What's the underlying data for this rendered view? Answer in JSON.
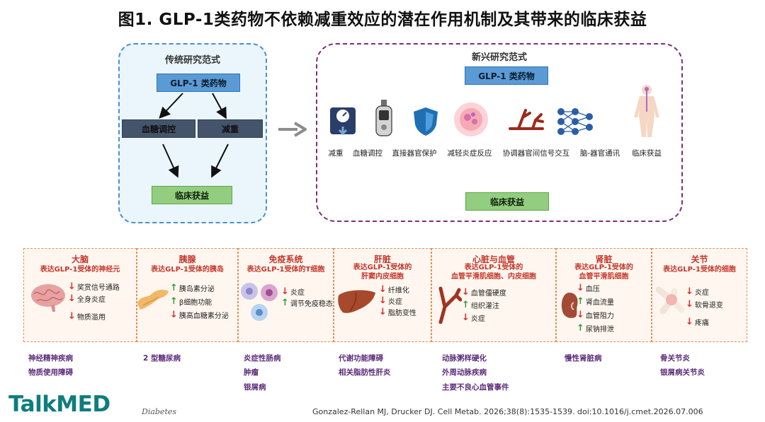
{
  "title": "图1. GLP-1类药物不依赖减重效应的潜在作用机制及其带来的临床获益",
  "traditional": {
    "heading": "传统研究范式",
    "drug": "GLP-1 类药物",
    "glucose": "血糖调控",
    "weight": "减重",
    "benefit": "临床获益"
  },
  "emerging": {
    "heading": "新兴研究范式",
    "drug": "GLP-1 类药物",
    "benefit": "临床获益",
    "mechanisms": [
      {
        "label": "减重",
        "icon": "scale-icon"
      },
      {
        "label": "血糖调控",
        "icon": "glucose-meter-icon"
      },
      {
        "label": "直接器官保护",
        "icon": "shield-icon"
      },
      {
        "label": "减轻炎症反应",
        "icon": "inflammation-icon"
      },
      {
        "label": "协调器官间信号交互",
        "icon": "vessel-icon"
      },
      {
        "label": "脑-器官通讯",
        "icon": "neural-network-icon"
      },
      {
        "label": "临床获益",
        "icon": "human-body-icon"
      }
    ]
  },
  "organs": [
    {
      "title": "大脑",
      "subtitle": [
        "表达GLP-1受体的神经元"
      ],
      "icon": "brain-icon",
      "effects": [
        {
          "dir": "down",
          "text": "奖赏信号通路"
        },
        {
          "dir": "down",
          "text": "全身炎症"
        },
        {
          "dir": "down",
          "text": "物质滥用"
        }
      ],
      "diseases": [
        "神经精神疾病",
        "物质使用障碍"
      ]
    },
    {
      "title": "胰腺",
      "subtitle": [
        "表达GLP-1受体的胰岛"
      ],
      "icon": "pancreas-icon",
      "effects": [
        {
          "dir": "up",
          "text": "胰岛素分泌"
        },
        {
          "dir": "up",
          "text": "β细胞功能"
        },
        {
          "dir": "down",
          "text": "胰高血糖素分泌"
        }
      ],
      "diseases": [
        "2 型糖尿病"
      ]
    },
    {
      "title": "免疫系统",
      "subtitle": [
        "表达GLP-1受体的T细胞"
      ],
      "icon": "immune-cells-icon",
      "effects": [
        {
          "dir": "down",
          "text": "炎症"
        },
        {
          "dir": "up",
          "text": "调节免疫稳态"
        }
      ],
      "diseases": [
        "炎症性肠病",
        "肿瘤",
        "银屑病"
      ]
    },
    {
      "title": "肝脏",
      "subtitle": [
        "表达GLP-1受体的",
        "肝窦内皮细胞"
      ],
      "icon": "liver-icon",
      "effects": [
        {
          "dir": "down",
          "text": "纤维化"
        },
        {
          "dir": "down",
          "text": "炎症"
        },
        {
          "dir": "down",
          "text": "脂肪变性"
        }
      ],
      "diseases": [
        "代谢功能障碍",
        "相关脂肪性肝炎"
      ]
    },
    {
      "title": "心脏与血管",
      "subtitle": [
        "表达GLP-1受体的",
        "血管平滑肌细胞、内皮细胞"
      ],
      "icon": "blood-vessel-icon",
      "effects": [
        {
          "dir": "down",
          "text": "血管僵硬度"
        },
        {
          "dir": "up",
          "text": "组织灌注"
        },
        {
          "dir": "down",
          "text": "炎症"
        }
      ],
      "diseases": [
        "动脉粥样硬化",
        "外周动脉疾病",
        "主要不良心血管事件"
      ]
    },
    {
      "title": "肾脏",
      "subtitle": [
        "表达GLP-1受体的",
        "血管平滑肌细胞"
      ],
      "icon": "kidney-icon",
      "effects": [
        {
          "dir": "down",
          "text": "血压"
        },
        {
          "dir": "up",
          "text": "肾血流量"
        },
        {
          "dir": "down",
          "text": "血管阻力"
        },
        {
          "dir": "up",
          "text": "尿钠排泄"
        }
      ],
      "diseases": [
        "慢性肾脏病"
      ]
    },
    {
      "title": "关节",
      "subtitle": [
        "表达GLP-1受体的细胞"
      ],
      "icon": "joint-icon",
      "effects": [
        {
          "dir": "down",
          "text": "炎症"
        },
        {
          "dir": "down",
          "text": "软骨退变"
        },
        {
          "dir": "down",
          "text": "疼痛"
        }
      ],
      "diseases": [
        "骨关节炎",
        "银屑病关节炎"
      ]
    }
  ],
  "footer": {
    "logo": "TalkMED",
    "logo_sub": "Diabetes",
    "citation": "Gonzalez-Rellan MJ, Drucker DJ. Cell Metab. 2026;38(8):1535-1539. doi:10.1016/j.cmet.2026.07.006"
  }
}
